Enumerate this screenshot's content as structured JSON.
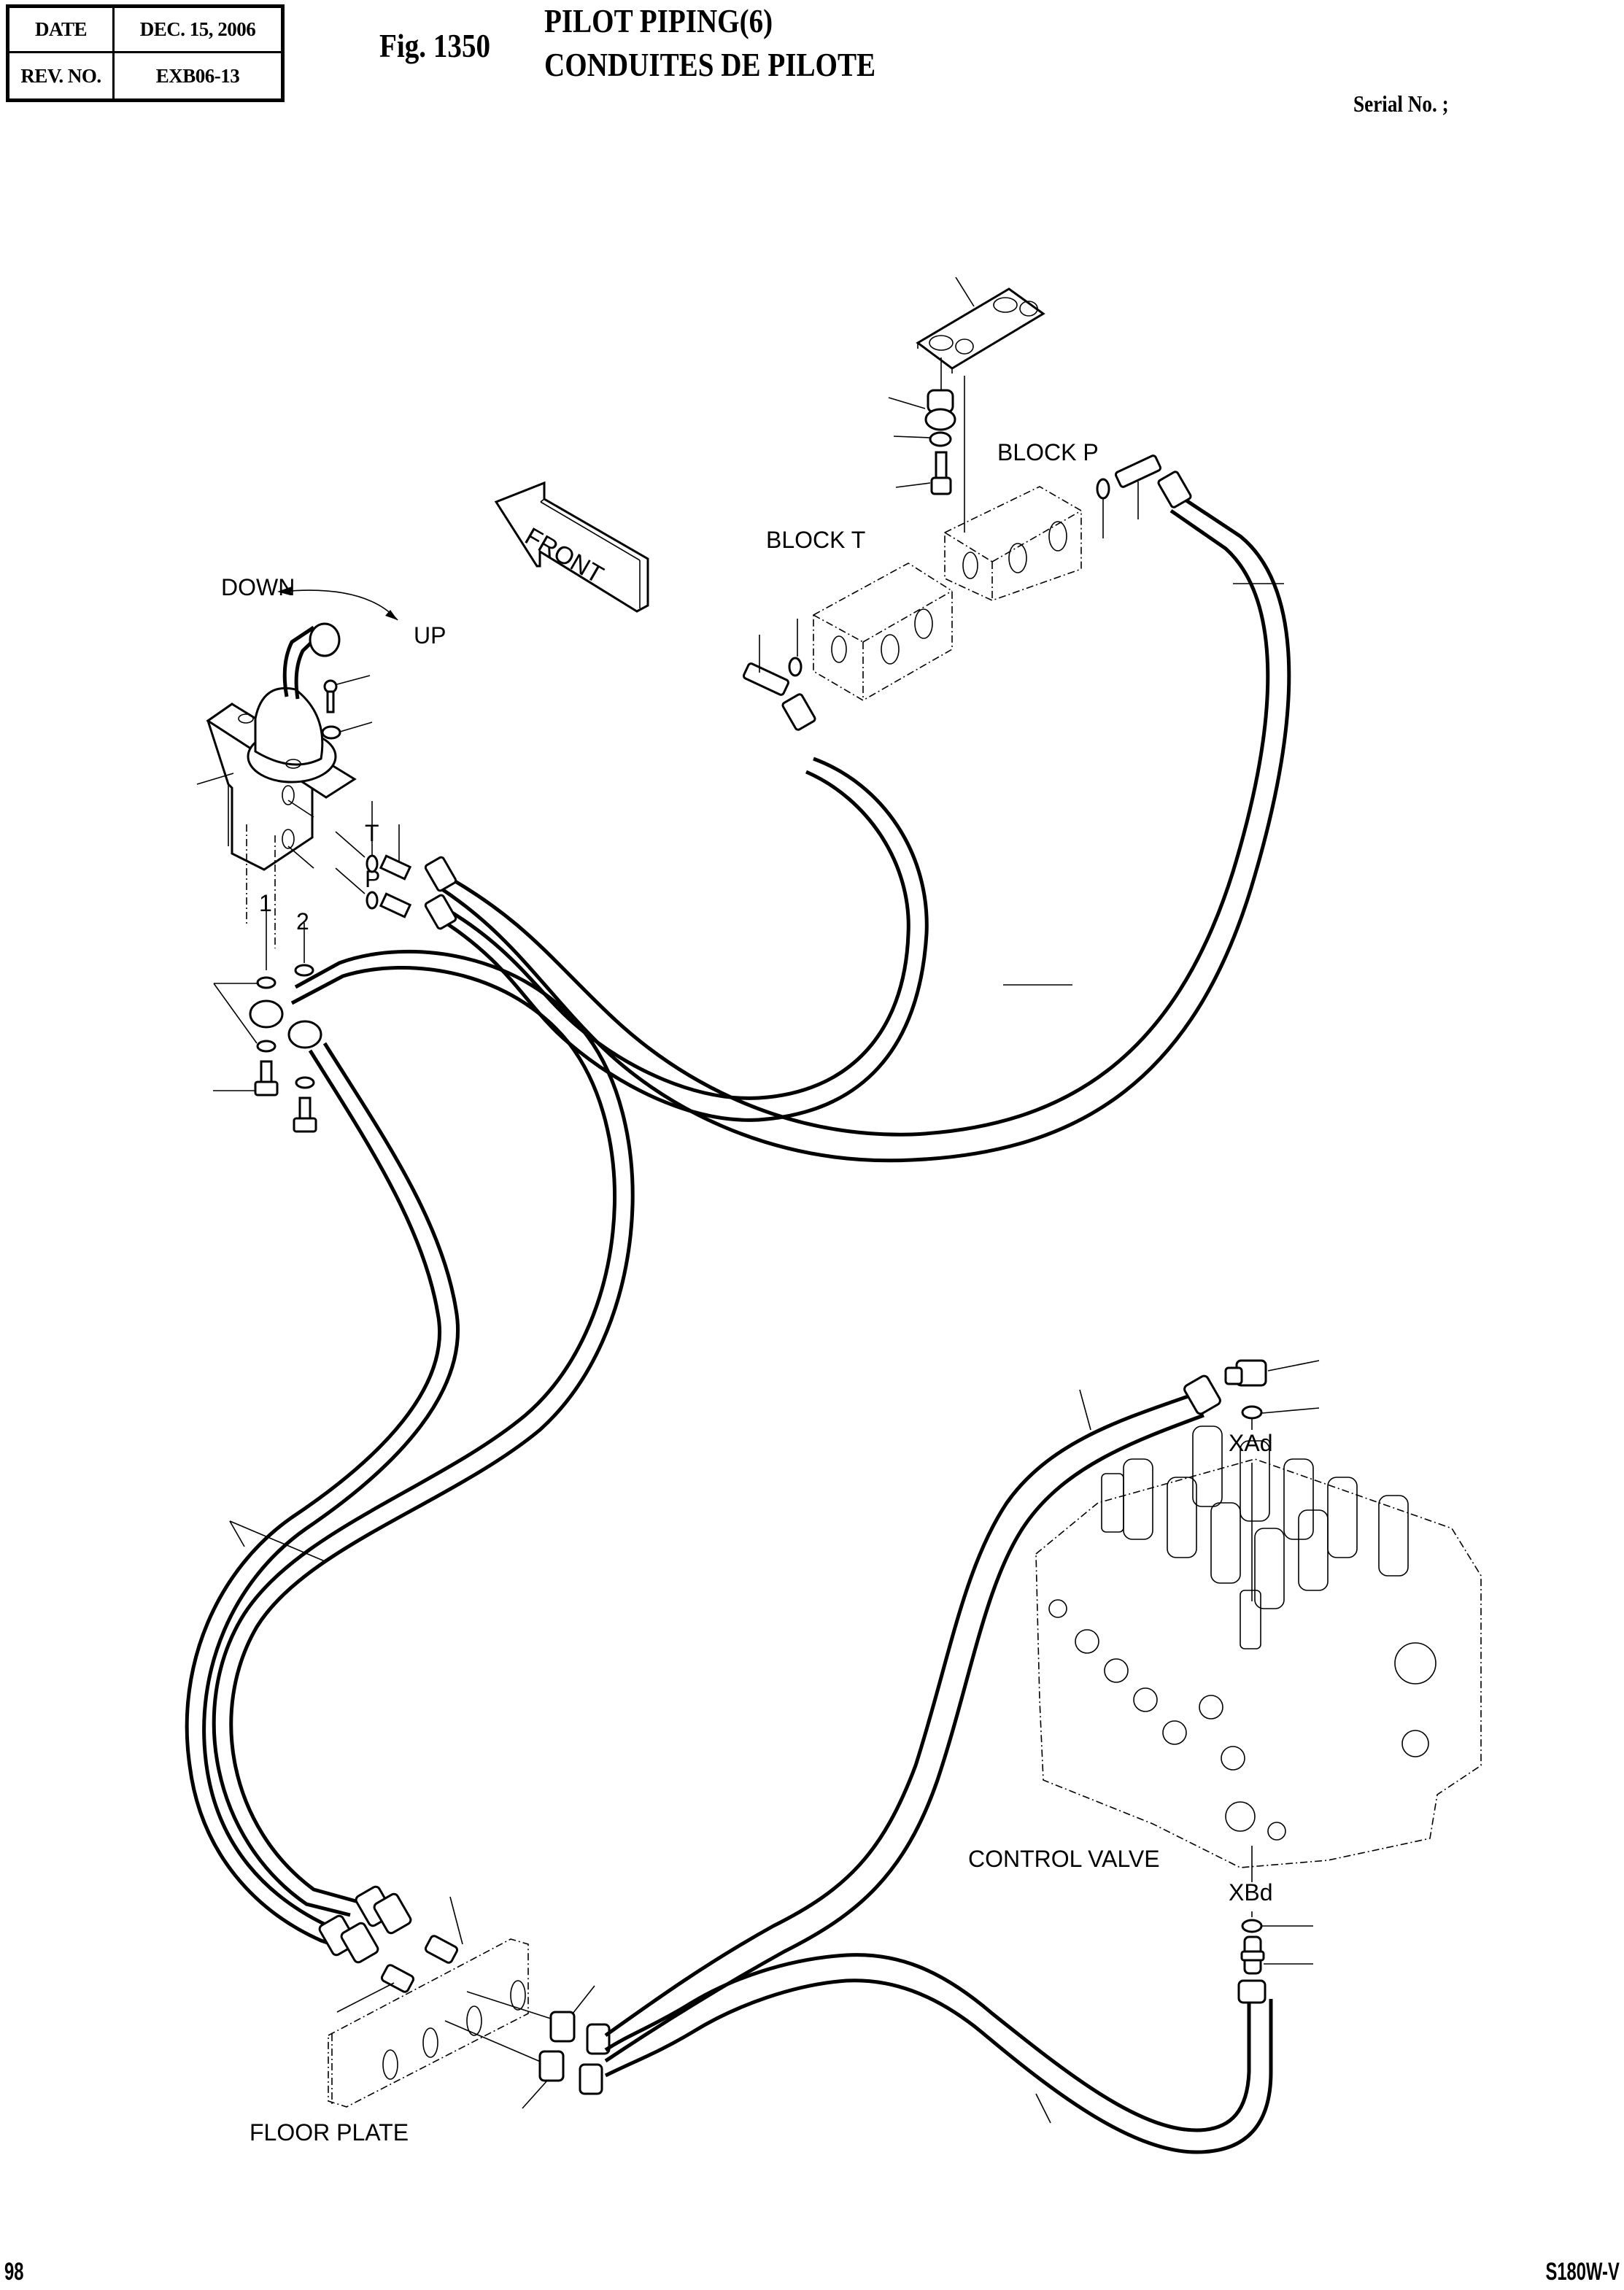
{
  "header": {
    "date_label": "DATE",
    "date_value": "DEC. 15, 2006",
    "rev_label": "REV. NO.",
    "rev_value": "EXB06-13",
    "figure_number": "Fig. 1350",
    "title_en": "PILOT PIPING(6)",
    "title_fr": "CONDUITES DE PILOTE",
    "serial_label": "Serial No. ;"
  },
  "footer": {
    "page_number": "98",
    "model": "S180W-V"
  },
  "diagram": {
    "labels": {
      "down": "DOWN",
      "up": "UP",
      "front": "FRONT",
      "block_t": "BLOCK T",
      "block_p": "BLOCK P",
      "port_t": "T",
      "port_p": "P",
      "port_1": "1",
      "port_2": "2",
      "xad": "XAd",
      "xbd": "XBd",
      "control_valve": "CONTROL VALVE",
      "floor_plate": "FLOOR PLATE"
    }
  }
}
